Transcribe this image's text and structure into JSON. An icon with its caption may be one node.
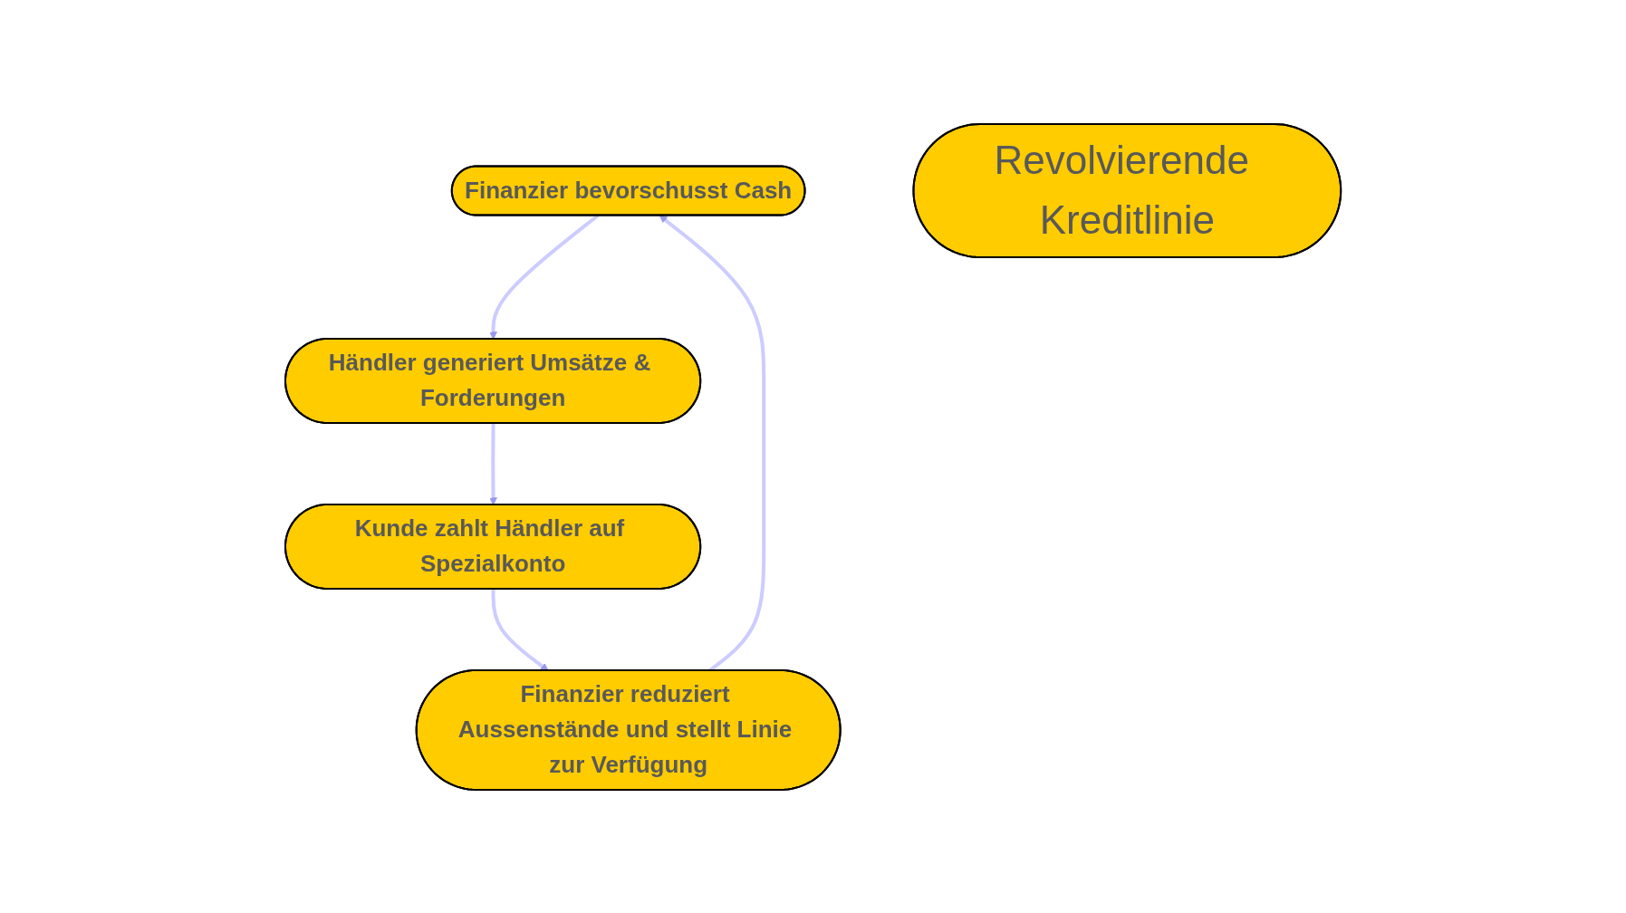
{
  "diagram": {
    "nodes": [
      {
        "text": [
          "Finanzier bevorschusst Cash"
        ]
      },
      {
        "text": [
          "Finanzier reduziert Aussenstände und stellt Linie zur Verfügung"
        ]
      },
      {
        "text": [
          "Revolvierende Kreditlinie"
        ]
      },
      {
        "text": [
          "Händler generiert Umsätze & Forderungen"
        ]
      },
      {
        "text": [
          "Kunde zahlt Händler auf Spezialkonto"
        ]
      }
    ],
    "edges": [
      {
        "from": 1,
        "to": 0,
        "arrow": "to"
      },
      {
        "from": 0,
        "to": 3,
        "arrow": "to"
      },
      {
        "from": 3,
        "to": 4,
        "arrow": "to"
      },
      {
        "from": 4,
        "to": 1,
        "arrow": "to"
      }
    ]
  }
}
